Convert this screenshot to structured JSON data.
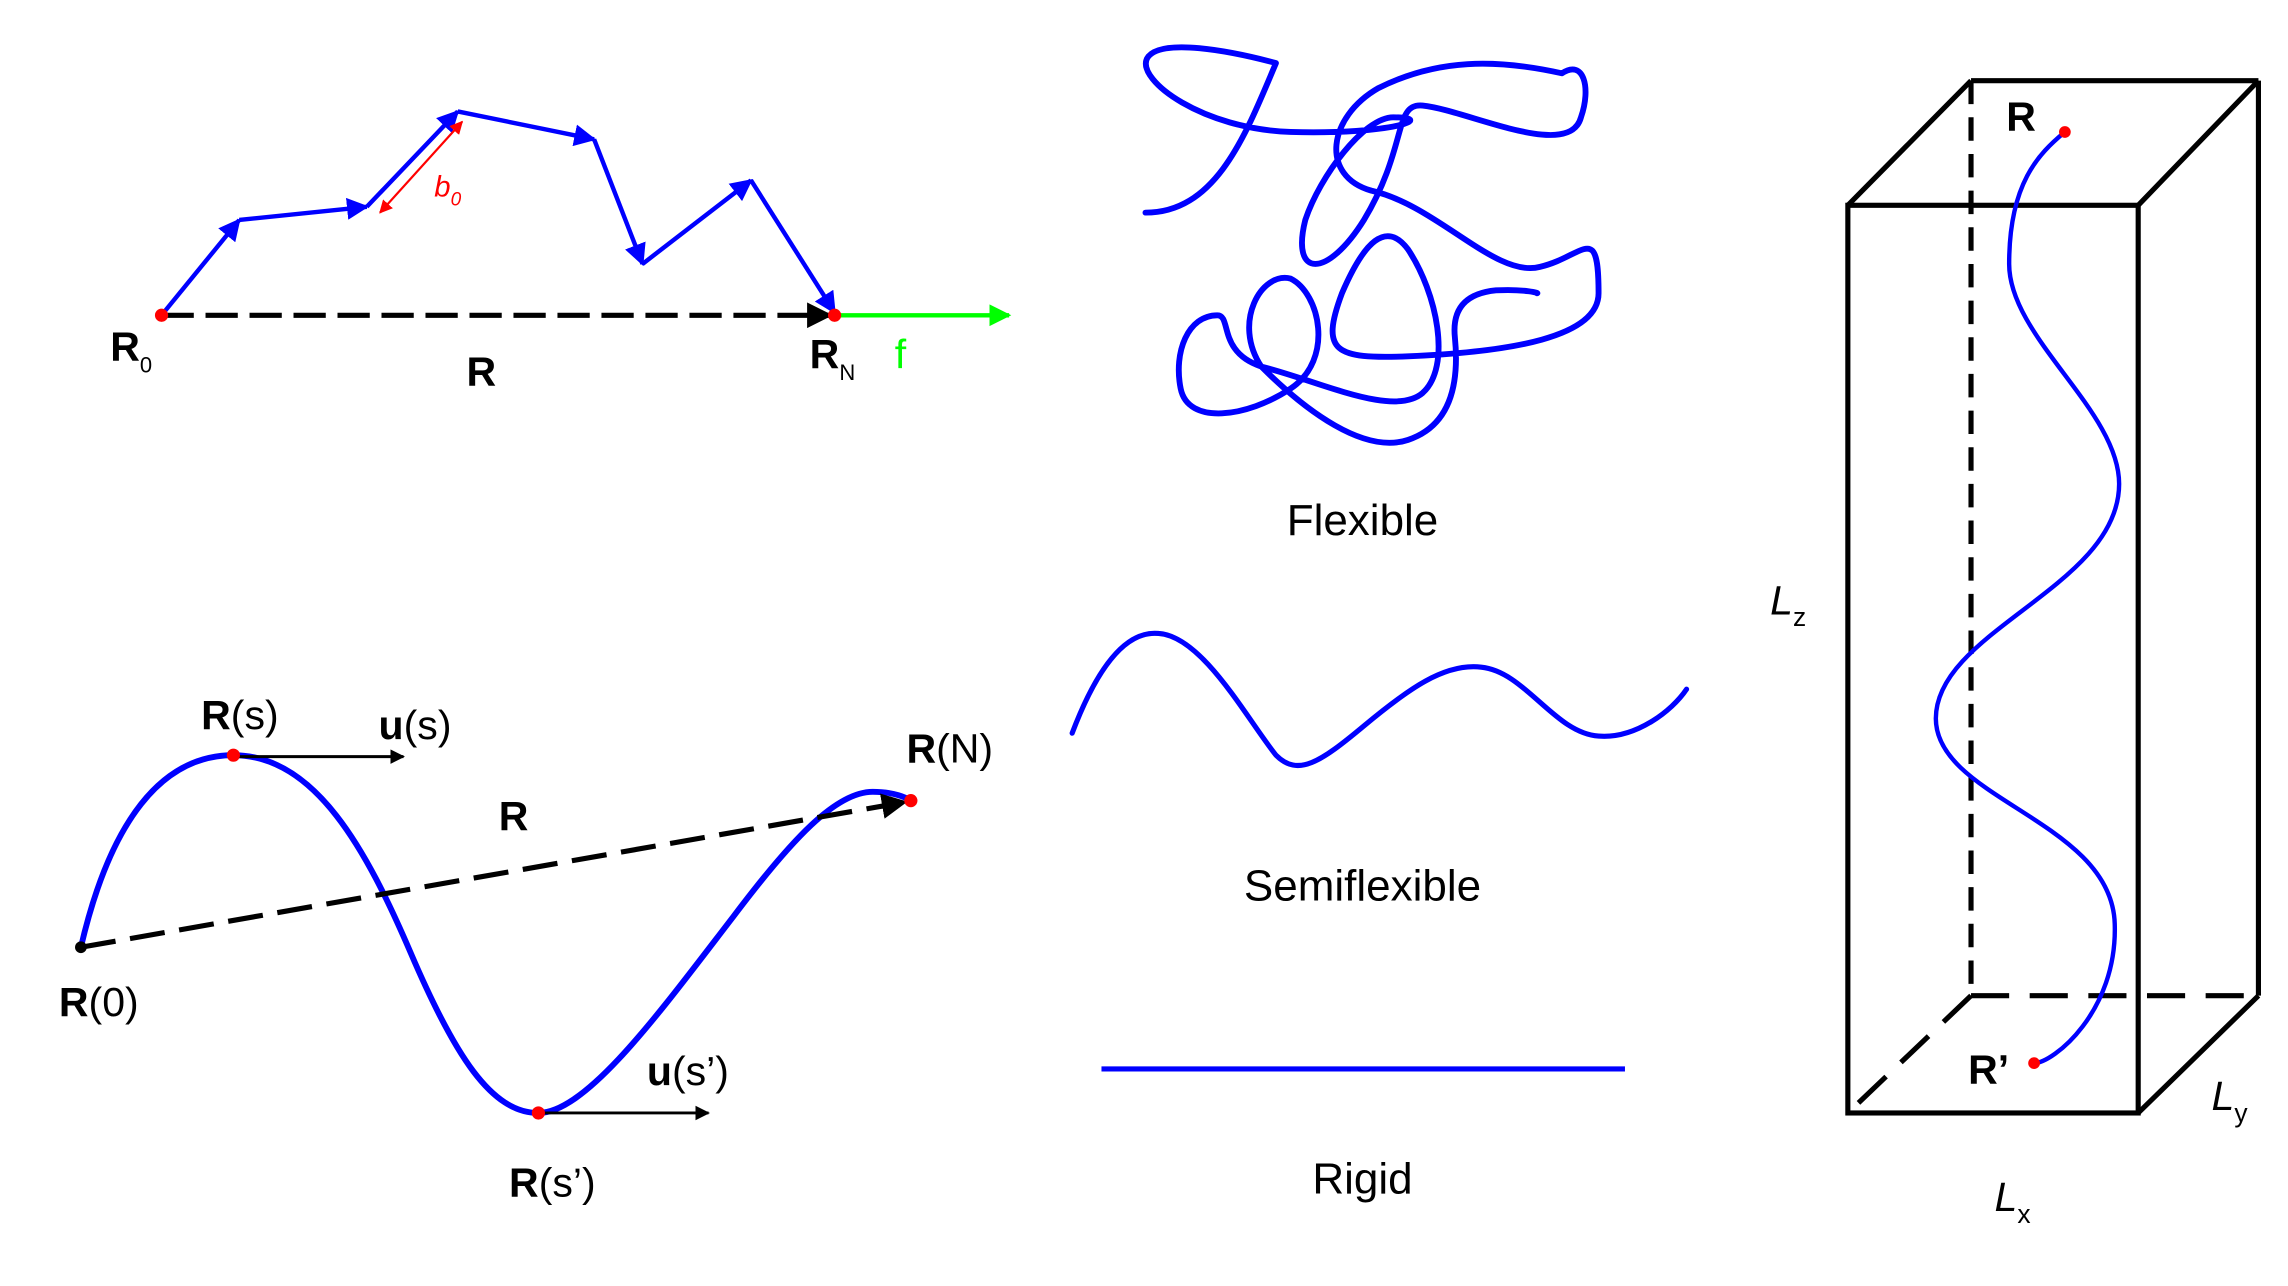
{
  "colors": {
    "chain": "#0000ff",
    "point": "#ff0000",
    "force": "#00ff00",
    "line": "#000000"
  },
  "random_walk": {
    "start_label": "R",
    "start_sub": "0",
    "end_label": "R",
    "end_sub": "N",
    "vector_label": "R",
    "bond_label": "b",
    "bond_sub": "0",
    "force_label": "f"
  },
  "continuous_chain": {
    "start_label": "R",
    "start_arg": "(0)",
    "end_label": "R",
    "end_arg": "(N)",
    "vector_label": "R",
    "point1_label": "R",
    "point1_arg": "(s)",
    "tangent1_label": "u",
    "tangent1_arg": "(s)",
    "point2_label": "R",
    "point2_arg": "(s’)",
    "tangent2_label": "u",
    "tangent2_arg": "(s’)"
  },
  "chain_types": {
    "flexible": "Flexible",
    "semiflexible": "Semiflexible",
    "rigid": "Rigid"
  },
  "box": {
    "top_label": "R",
    "bottom_label": "R’",
    "lz": "L",
    "lz_sub": "z",
    "lx": "L",
    "lx_sub": "x",
    "ly": "L",
    "ly_sub": "y"
  }
}
